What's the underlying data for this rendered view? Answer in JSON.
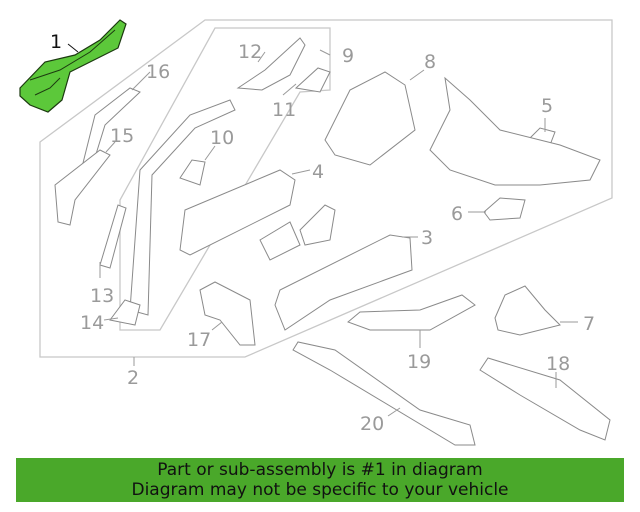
{
  "callouts": {
    "c1": "1",
    "c2": "2",
    "c3": "3",
    "c4": "4",
    "c5": "5",
    "c6": "6",
    "c7": "7",
    "c8": "8",
    "c9": "9",
    "c10": "10",
    "c11": "11",
    "c12": "12",
    "c13": "13",
    "c14": "14",
    "c15": "15",
    "c16": "16",
    "c17": "17",
    "c18": "18",
    "c19": "19",
    "c20": "20"
  },
  "highlight_color": "#4aa82a",
  "banner": {
    "line1": "Part or sub-assembly is #1 in diagram",
    "line2": "Diagram may not be specific to your vehicle"
  }
}
